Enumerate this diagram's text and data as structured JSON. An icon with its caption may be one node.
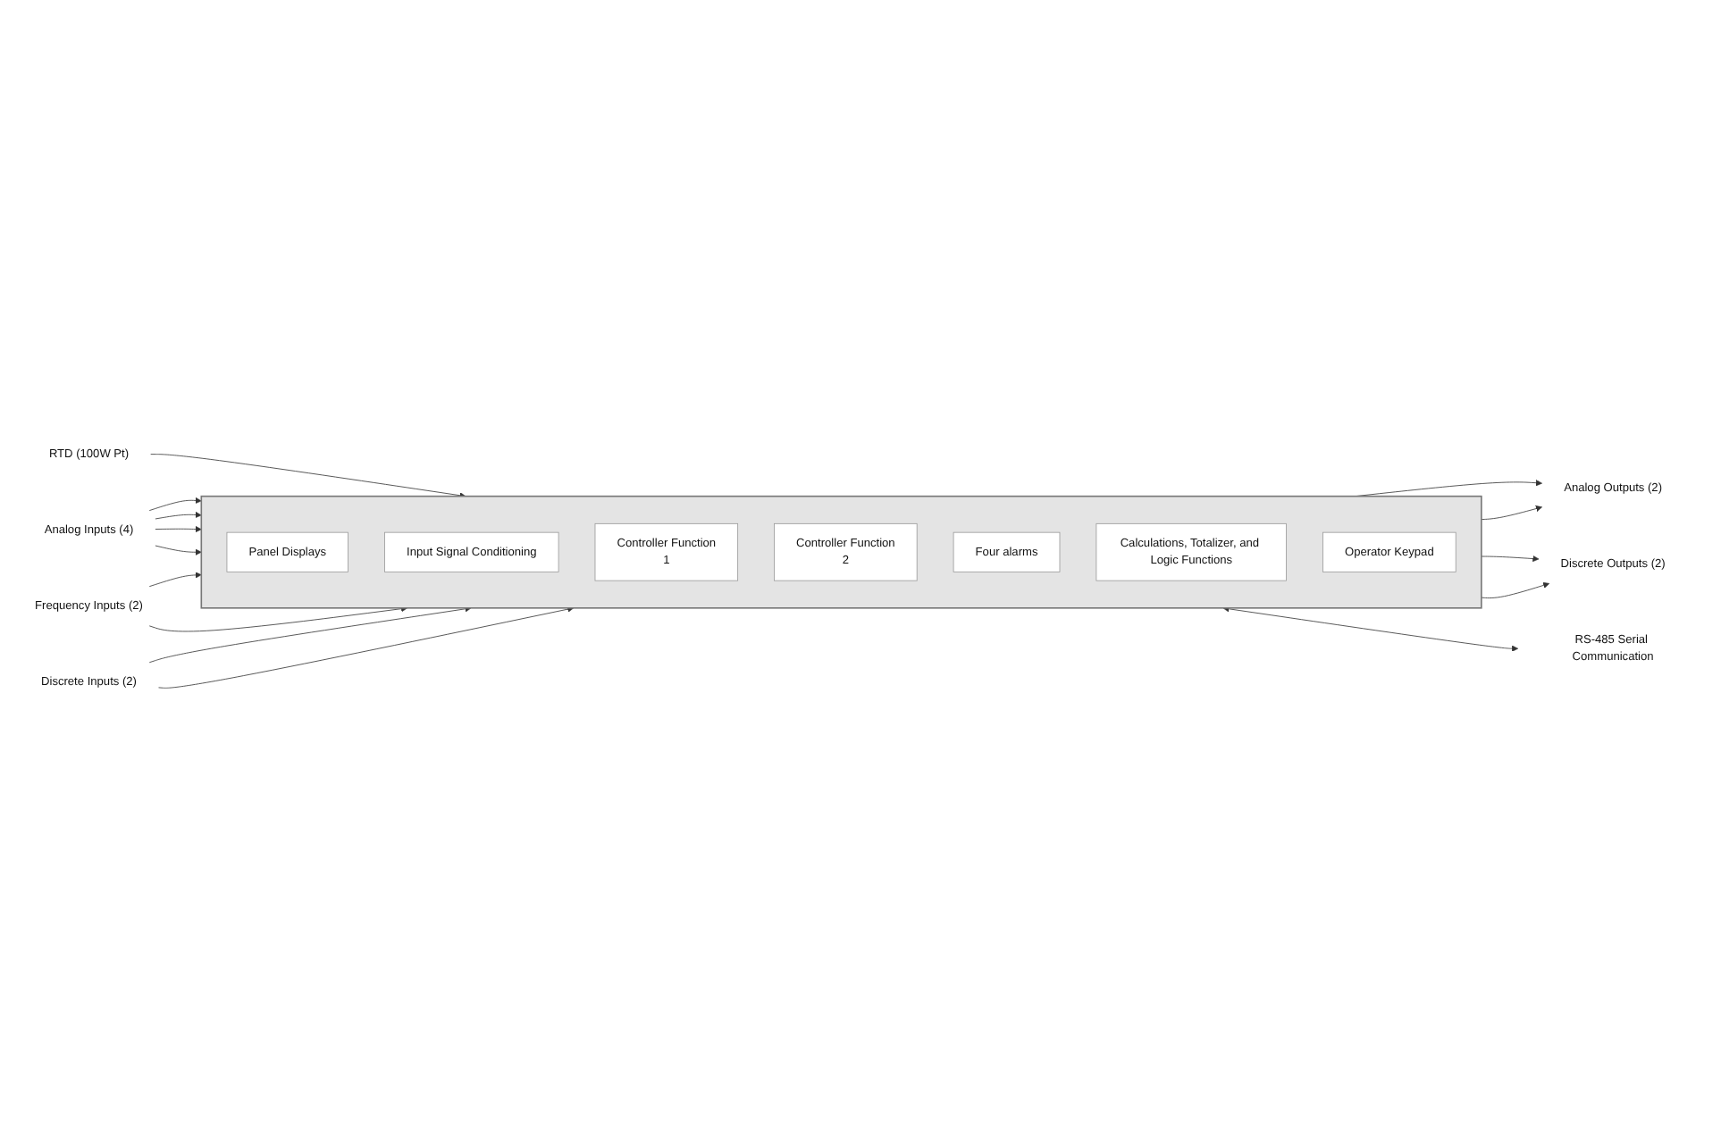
{
  "diagram": {
    "nodes": [
      {
        "text": [],
        "shape": "box"
      },
      {
        "text": [
          "Panel Displays"
        ],
        "in": 0
      },
      {
        "text": [
          "Input Signal Conditioning"
        ],
        "in": 0
      },
      {
        "text": [
          "Controller Function",
          "1"
        ],
        "in": 0
      },
      {
        "text": [
          "Controller Function",
          "2"
        ],
        "in": 0
      },
      {
        "text": [
          "Four alarms"
        ],
        "in": 0
      },
      {
        "text": [
          "Calculations, Totalizer, and Logic Functions"
        ],
        "in": 0
      },
      {
        "text": [
          "Operator Keypad"
        ],
        "in": 0
      },
      {
        "text": [
          "RTD (100W Pt)"
        ]
      },
      {
        "text": [
          "Analog Inputs (4)"
        ]
      },
      {
        "text": [
          "Frequency Inputs (2)"
        ]
      },
      {
        "text": [
          "Discrete Inputs (2)"
        ]
      },
      {
        "text": [
          "Analog Outputs (2)"
        ]
      },
      {
        "text": [
          "Discrete Outputs (2)"
        ]
      },
      {
        "text": [
          "RS-485 Serial Communication"
        ]
      }
    ],
    "edges": [
      {
        "from": 8,
        "to": 0,
        "arrow": "to"
      },
      {
        "from": 9,
        "to": 0,
        "arrow": "to"
      },
      {
        "from": 9,
        "to": 0,
        "arrow": "to"
      },
      {
        "from": 9,
        "to": 0,
        "arrow": "to"
      },
      {
        "from": 9,
        "to": 0,
        "arrow": "to"
      },
      {
        "from": 10,
        "to": 0,
        "arrow": "to"
      },
      {
        "from": 10,
        "to": 0,
        "arrow": "to"
      },
      {
        "from": 11,
        "to": 0,
        "arrow": "to"
      },
      {
        "from": 11,
        "to": 0,
        "arrow": "to"
      },
      {
        "from": 0,
        "to": 12,
        "arrow": "to"
      },
      {
        "from": 0,
        "to": 12,
        "arrow": "to"
      },
      {
        "from": 0,
        "to": 13,
        "arrow": "to"
      },
      {
        "from": 0,
        "to": 13,
        "arrow": "to"
      },
      {
        "from": 0,
        "to": 14,
        "arrow": "both"
      }
    ]
  }
}
